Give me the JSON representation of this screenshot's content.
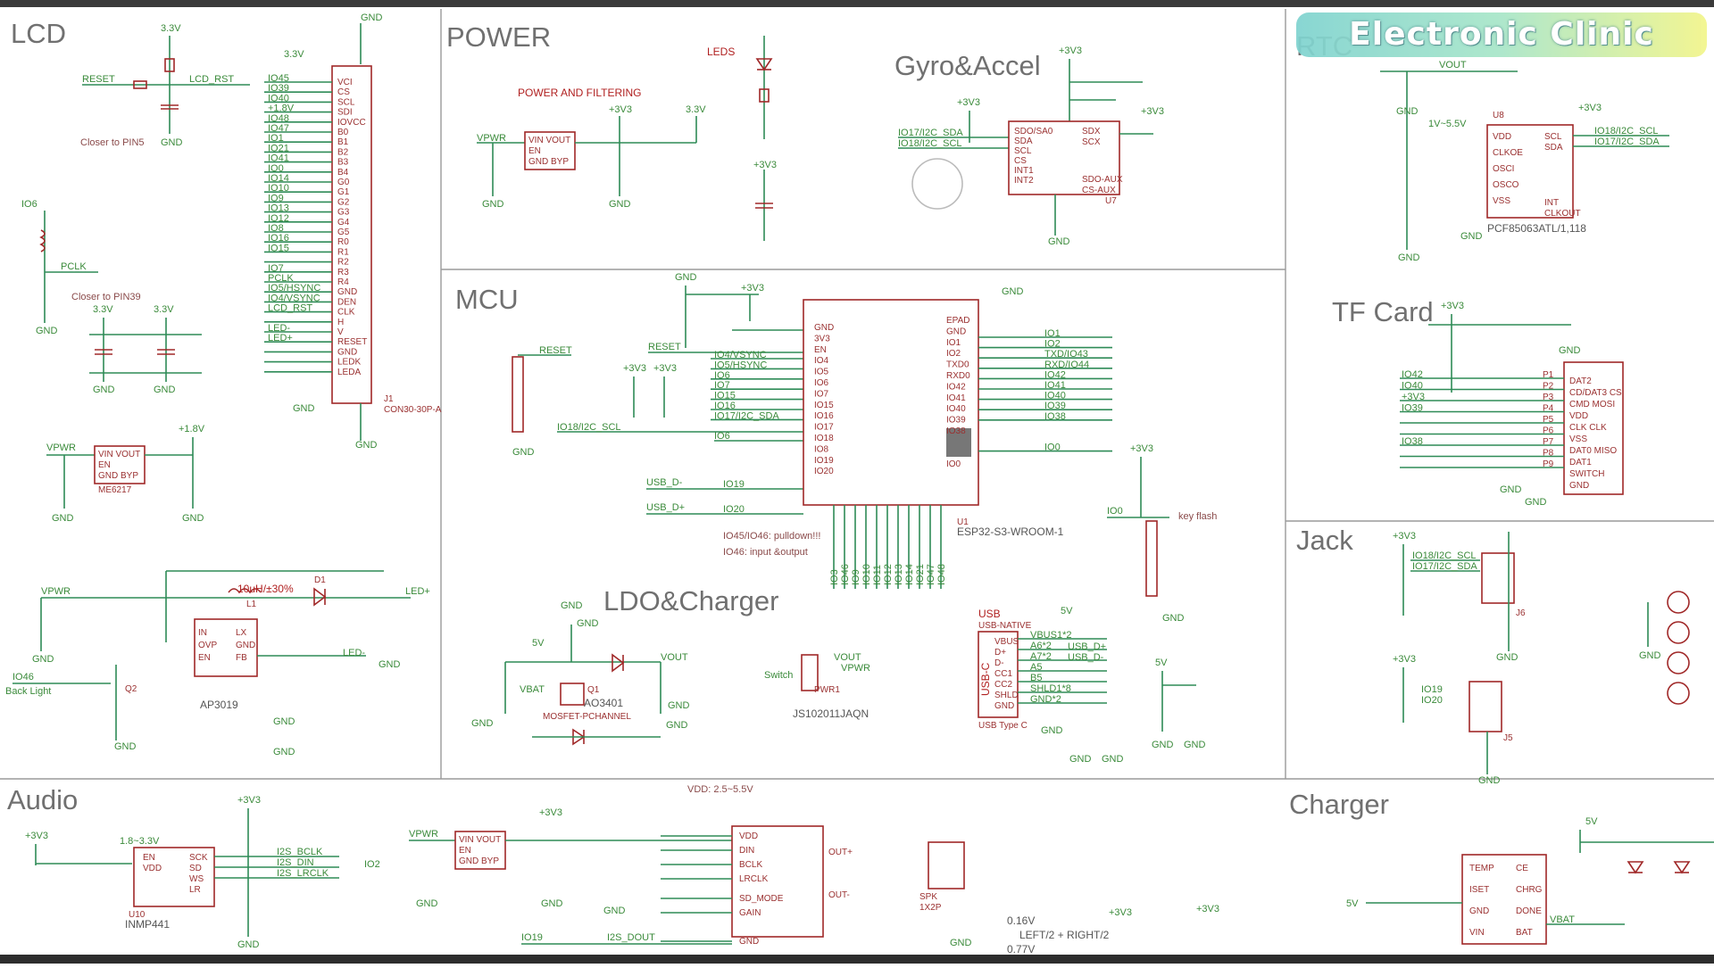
{
  "watermark": "Electronic Clinic",
  "sections": {
    "lcd": "LCD",
    "power": "POWER",
    "gyro": "Gyro&Accel",
    "rtc": "RTC",
    "mcu": "MCU",
    "tfcard": "TF Card",
    "jack": "Jack",
    "ldo": "LDO&Charger",
    "audio": "Audio",
    "charger": "Charger"
  },
  "lcd": {
    "reset": "RESET",
    "lcd_rst": "LCD_RST",
    "closer5": "Closer to PIN5",
    "closer39": "Closer to PIN39",
    "io6": "IO6",
    "pclk": "PCLK",
    "v33a": "3.3V",
    "v33b": "3.3V",
    "v33c": "3.3V",
    "v33d": "3.3V",
    "gnd": "GND",
    "vpwr": "VPWR",
    "v18": "+1.8V",
    "ldo_part": "ME6217",
    "vin_vout": "VIN VOUT",
    "en": "EN",
    "gnd_byp": "GND BYP",
    "conn_nets": [
      "IO45",
      "IO39",
      "IO40",
      "+1.8V",
      "IO48",
      "IO47",
      "IO1",
      "IO21",
      "IO41",
      "IO0",
      "IO14",
      "IO10",
      "IO9",
      "IO13",
      "IO12",
      "IO8",
      "IO16",
      "IO15",
      "",
      "IO7",
      "PCLK",
      "IO5/HSYNC",
      "IO4/VSYNC",
      "LCD_RST",
      "",
      "LED-",
      "LED+"
    ],
    "conn_pins": [
      "VCI",
      "CS",
      "SCL",
      "SDI",
      "IOVCC",
      "B0",
      "B1",
      "B2",
      "B3",
      "B4",
      "G0",
      "G1",
      "G2",
      "G3",
      "G4",
      "G5",
      "R0",
      "R1",
      "R2",
      "R3",
      "R4",
      "GND",
      "DEN",
      "CLK",
      "H",
      "V",
      "RESET",
      "GND",
      "LEDK",
      "LEDA"
    ],
    "conn_part": "J1",
    "conn_name": "CON30-30P-A",
    "io46": "IO46",
    "back_light": "Back Light",
    "vpwr2": "VPWR",
    "inductor": "10uH/±30%",
    "l1": "L1",
    "d1": "D1",
    "led_plus": "LED+",
    "led_minus": "LED-",
    "ic": "AP3019",
    "ic_pins_l": [
      "IN",
      "OVP",
      "EN"
    ],
    "ic_pins_r": [
      "LX",
      "GND",
      "FB"
    ],
    "q2": "Q2"
  },
  "power": {
    "title": "POWER AND FILTERING",
    "leds": "LEDS",
    "vpwr": "VPWR",
    "v33": "+3V3",
    "v33b": "3.3V",
    "gnd": "GND",
    "vin_vout": "VIN VOUT",
    "en": "EN",
    "gnd_byp": "GND BYP",
    "v33c": "+3V3"
  },
  "gyro": {
    "v33": "+3V3",
    "v33b": "+3V3",
    "v33c": "+3V3",
    "sda": "IO17/I2C_SDA",
    "scl": "IO18/I2C_SCL",
    "pins_l": [
      "SDO/SA0",
      "SDA",
      "SCL",
      "CS",
      "INT1",
      "INT2"
    ],
    "pins_r": [
      "SDX",
      "SCX",
      "SDO-AUX",
      "CS-AUX"
    ],
    "part": "U7",
    "gnd": "GND"
  },
  "rtc": {
    "vout": "VOUT",
    "gnd": "GND",
    "range": "1V~5.5V",
    "v33": "+3V3",
    "u8": "U8",
    "pins_l": [
      "VDD",
      "CLKOE",
      "OSCI",
      "OSCO",
      "VSS"
    ],
    "pins_r": [
      "SCL",
      "SDA",
      "INT",
      "CLKOUT"
    ],
    "scl": "IO18/I2C_SCL",
    "sda": "IO17/I2C_SDA",
    "part": "PCF85063ATL/1,118"
  },
  "mcu": {
    "v33": "+3V3",
    "reset": "RESET",
    "gnd": "GND",
    "v33b": "+3V3",
    "v33c": "+3V3",
    "scl": "IO18/I2C_SCL",
    "io6": "IO6",
    "usb_dm": "USB_D-",
    "usb_dp": "USB_D+",
    "io19": "IO19",
    "io20": "IO20",
    "left_nets": [
      "IO4/VSYNC",
      "IO5/HSYNC",
      "IO6",
      "IO7",
      "IO15",
      "IO16",
      "IO17/I2C_SDA"
    ],
    "pins_l": [
      "GND",
      "3V3",
      "EN",
      "IO4",
      "IO5",
      "IO6",
      "IO7",
      "IO15",
      "IO16",
      "IO17",
      "IO18",
      "IO8",
      "IO19",
      "IO20"
    ],
    "pins_r": [
      "EPAD",
      "GND",
      "IO1",
      "IO2",
      "TXD0",
      "RXD0",
      "IO42",
      "IO41",
      "IO40",
      "IO39",
      "IO38",
      "",
      "",
      "IO0"
    ],
    "right_nets": [
      "IO1",
      "IO2",
      "TXD/IO43",
      "RXD/IO44",
      "IO42",
      "IO41",
      "IO40",
      "IO39",
      "IO38",
      "",
      "",
      "IO0"
    ],
    "bottom_nets": [
      "IO3",
      "IO46",
      "IO9",
      "IO10",
      "IO11",
      "IO12",
      "IO13",
      "IO14",
      "IO21",
      "IO47",
      "IO48"
    ],
    "note1": "IO45/IO46: pulldown!!!",
    "note2": "IO46: input &output",
    "part": "ESP32-S3-WROOM-1",
    "part_id": "U1",
    "v33d": "+3V3",
    "io0": "IO0",
    "key": "key flash",
    "gnd2": "GND"
  },
  "tf": {
    "v33": "+3V3",
    "gnd": "GND",
    "nets": [
      "IO42",
      "IO40",
      "+3V3",
      "IO39",
      "",
      "",
      "IO38"
    ],
    "pins": [
      "P1",
      "P2",
      "P3",
      "P4",
      "P5",
      "P6",
      "P7",
      "P8",
      "P9"
    ],
    "labels": [
      "DAT2",
      "CD/DAT3 CS",
      "CMD MOSI",
      "VDD",
      "CLK CLK",
      "VSS",
      "DAT0 MISO",
      "DAT1",
      "SWITCH",
      "GND"
    ]
  },
  "jack": {
    "v33": "+3V3",
    "scl": "IO18/I2C_SCL",
    "sda": "IO17/I2C_SDA",
    "j6": "J6",
    "v33b": "+3V3",
    "io19": "IO19",
    "io20": "IO20",
    "j5": "J5",
    "gnd": "GND"
  },
  "ldo": {
    "gnd": "GND",
    "v5": "5V",
    "vbat": "VBAT",
    "vout": "VOUT",
    "q1": "Q1",
    "part": "AO3401",
    "mosfet": "MOSFET-PCHANNEL",
    "switch": "Switch",
    "vout2": "VOUT",
    "vpwr": "VPWR",
    "pwr1": "PWR1",
    "switch_part": "JS102011JAQN",
    "usb": "USB",
    "usb_native": "USB-NATIVE",
    "usbc": "USB-C",
    "usb_pins": [
      "VBUS",
      "D+",
      "D-",
      "CC1",
      "CC2",
      "SHLD",
      "GND"
    ],
    "usb_nets": [
      "VBUS1*2",
      "A6*2",
      "A7*2",
      "A5",
      "B5",
      "SHLD1*8",
      "GND*2"
    ],
    "usb_dp": "USB_D+",
    "usb_dm": "USB_D-",
    "usb_type": "USB Type C",
    "v5b": "5V"
  },
  "audio": {
    "v33": "+3V3",
    "range": "1.8~3.3V",
    "pins_l": [
      "EN",
      "VDD"
    ],
    "pins_r": [
      "SCK",
      "SD",
      "WS",
      "LR"
    ],
    "bclk": "I2S_BCLK",
    "din": "I2S_DIN",
    "lrclk": "I2S_LRCLK",
    "io2": "IO2",
    "u10": "U10",
    "part": "INMP441",
    "gnd": "GND",
    "vpwr": "VPWR",
    "vin_vout": "VIN VOUT",
    "en": "EN",
    "gnd_byp": "GND BYP",
    "vdd_range": "VDD: 2.5~5.5V",
    "v33b": "+3V3",
    "amp_pins": [
      "VDD",
      "DIN",
      "BCLK",
      "LRCLK",
      "SD_MODE",
      "GAIN",
      "GND"
    ],
    "out_p": "OUT+",
    "out_m": "OUT-",
    "spk": "SPK",
    "spk_part": "1X2P",
    "io19": "IO19",
    "dout": "I2S_DOUT",
    "v016": "0.16V",
    "lr": "LEFT/2 + RIGHT/2",
    "v077": "0.77V",
    "v33c": "+3V3",
    "v33d": "+3V3"
  },
  "charger": {
    "v5": "5V",
    "v5b": "5V",
    "pins_l": [
      "TEMP",
      "ISET",
      "GND",
      "VIN"
    ],
    "pins_r": [
      "CE",
      "CHRG",
      "DONE",
      "BAT"
    ],
    "vbat": "VBAT",
    "gnd": "GND"
  }
}
